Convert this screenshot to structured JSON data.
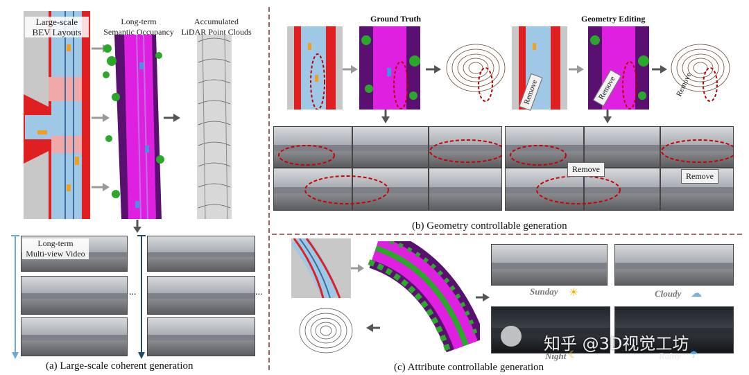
{
  "panel_a": {
    "bev_label": "Large-scale\nBEV Layouts",
    "occ_label": "Long-term\nSemantic Occupancy",
    "lidar_label": "Accumulated\nLiDAR Point Clouds",
    "video_label": "Long-term\nMulti-view Video",
    "ellipsis": "...",
    "caption": "(a) Large-scale coherent generation"
  },
  "panel_b": {
    "ground_truth": "Ground Truth",
    "geometry_editing": "Geometry Editing",
    "remove": "Remove",
    "caption": "(b) Geometry controllable generation"
  },
  "panel_c": {
    "sunday": "Sunday",
    "cloudy": "Cloudy",
    "night": "Night",
    "rainy": "Rainy",
    "caption": "(c) Attribute controllable generation"
  },
  "watermark": "知乎 @3D视觉工坊",
  "colors": {
    "road_red": "#e02020",
    "lane_blue": "#9ec8e6",
    "occupancy_magenta": "#e020e0",
    "occupancy_purple": "#5a1070",
    "vegetation_green": "#2aa82a",
    "divider": "#8b3a3a"
  }
}
